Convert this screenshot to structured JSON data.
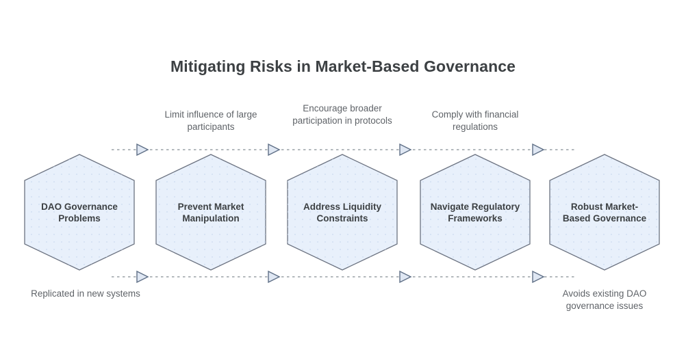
{
  "title": "Mitigating Risks in Market-Based Governance",
  "colors": {
    "hex_fill": "#e8f0fb",
    "hex_stroke": "#6b7280",
    "hex_dot": "#c9d8ef",
    "arrow_fill": "#dfe7f3",
    "arrow_stroke": "#5f6f86",
    "line": "#9aa0a6",
    "title_text": "#3c4043",
    "node_text": "#3c4043",
    "caption_text": "#5f6368",
    "background": "#ffffff"
  },
  "nodes": [
    {
      "id": "dao-governance-problems",
      "label": "DAO Governance\nProblems",
      "line1": "DAO Governance",
      "line2": "Problems"
    },
    {
      "id": "prevent-market-manipulation",
      "label": "Prevent Market\nManipulation",
      "line1": "Prevent Market",
      "line2": "Manipulation"
    },
    {
      "id": "address-liquidity-constraints",
      "label": "Address Liquidity\nConstraints",
      "line1": "Address Liquidity",
      "line2": "Constraints"
    },
    {
      "id": "navigate-regulatory-frameworks",
      "label": "Navigate Regulatory\nFrameworks",
      "line1": "Navigate Regulatory",
      "line2": "Frameworks"
    },
    {
      "id": "robust-market-based-governance",
      "label": "Robust Market-\nBased Governance",
      "line1": "Robust Market-",
      "line2": "Based Governance"
    }
  ],
  "captions_top": [
    {
      "id": "limit-influence",
      "text": "Limit influence of large participants"
    },
    {
      "id": "encourage-participation",
      "text": "Encourage broader participation in protocols"
    },
    {
      "id": "comply-regulations",
      "text": "Comply with financial regulations"
    }
  ],
  "captions_bottom": [
    {
      "id": "replicated-systems",
      "text": "Replicated in new systems"
    },
    {
      "id": "avoids-dao-issues",
      "text": "Avoids existing DAO governance issues"
    }
  ],
  "connectors": {
    "top_line_label": "forward-flow-top",
    "bottom_line_label": "forward-flow-bottom",
    "arrow_count_top": 4,
    "arrow_count_bottom": 4,
    "style": "dashed"
  }
}
